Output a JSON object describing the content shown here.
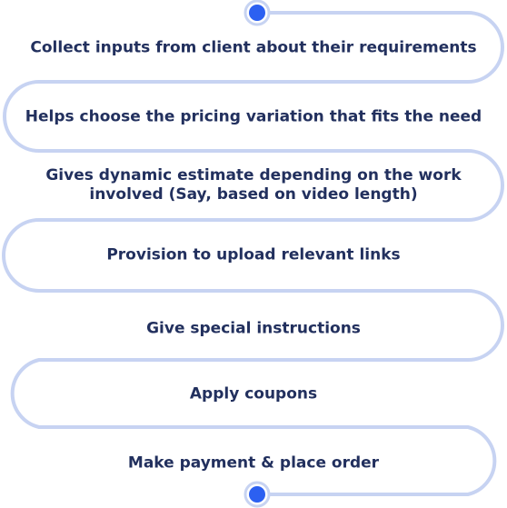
{
  "steps": [
    {
      "lines": [
        "Collect inputs from client about their requirements"
      ]
    },
    {
      "lines": [
        "Helps choose the pricing variation that fits the need"
      ]
    },
    {
      "lines": [
        "Gives dynamic estimate depending on the work",
        "involved (Say, based on video length)"
      ]
    },
    {
      "lines": [
        "Provision to upload relevant links"
      ]
    },
    {
      "lines": [
        "Give special instructions"
      ]
    },
    {
      "lines": [
        "Apply coupons"
      ]
    },
    {
      "lines": [
        "Make payment & place order"
      ]
    }
  ],
  "colors": {
    "path_stroke": "#c7d3f2",
    "dot_fill": "#2c60f1",
    "dot_ring": "#c7d3f2",
    "text": "#22305e"
  }
}
